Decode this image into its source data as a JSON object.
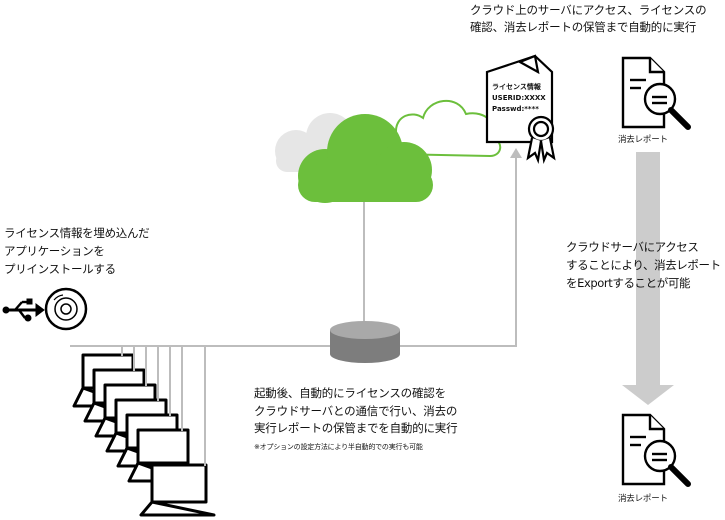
{
  "captions": {
    "cloud_server": "クラウド上のサーバにアクセス、ライセンスの\n確認、消去レポートの保管まで自動的に実行",
    "embed_license": "ライセンス情報を埋め込んだ\nアプリケーションを\nプリインストールする",
    "export": "クラウドサーバにアクセス\nすることにより、消去レポート\nをExportすることが可能",
    "auto_run": "起動後、自動的にライセンスの確認を\nクラウドサーバとの通信で行い、消去の\n実行レポートの保管までを自動的に実行",
    "note": "※オプションの設定方法により半自動的での実行も可能"
  },
  "certificate": {
    "title": "ライセンス情報",
    "userid": "USERID:XXXX",
    "passwd": "Passwd:****"
  },
  "report": {
    "label_top": "消去レポート",
    "label_bottom": "消去レポート"
  },
  "icons": [
    "usb-icon",
    "cd-icon",
    "cloud-icon",
    "server-icon",
    "certificate-icon",
    "report-icon",
    "laptop-icon",
    "down-arrow-icon"
  ],
  "colors": {
    "cloud_green": "#6cbf3c",
    "cloud_gray": "#e6e6e6",
    "line_gray": "#bdbdbd",
    "arrow_gray": "#cccccc",
    "server_dark": "#8a8a8a"
  }
}
